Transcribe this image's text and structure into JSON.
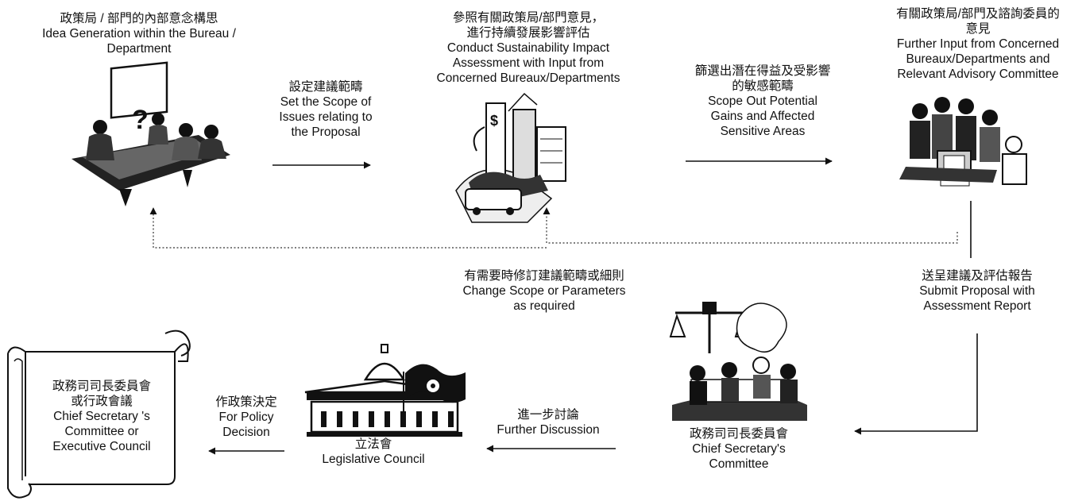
{
  "stages": {
    "idea": {
      "zh": "政策局 / 部門的內部意念構思",
      "en1": "Idea Generation within the Bureau /",
      "en2": "Department"
    },
    "scope": {
      "zh": "設定建議範疇",
      "en1": "Set the Scope of",
      "en2": "Issues relating to",
      "en3": "the Proposal"
    },
    "assess": {
      "zh1": "參照有關政策局/部門意見，",
      "zh2": "進行持續發展影響評估",
      "en1": "Conduct Sustainability Impact",
      "en2": "Assessment with Input from",
      "en3": "Concerned Bureaux/Departments"
    },
    "screen": {
      "zh1": "篩選出潛在得益及受影響",
      "zh2": "的敏感範疇",
      "en1": "Scope Out Potential",
      "en2": "Gains and Affected",
      "en3": "Sensitive Areas"
    },
    "further_input": {
      "zh1": "有關政策局/部門及諮詢委員的",
      "zh2": "意見",
      "en1": "Further Input from Concerned",
      "en2": "Bureaux/Departments and",
      "en3": "Relevant Advisory Committee"
    },
    "revise": {
      "zh": "有需要時修訂建議範疇或細則",
      "en1": "Change Scope or Parameters",
      "en2": "as required"
    },
    "submit": {
      "zh": "送呈建議及評估報告",
      "en1": "Submit Proposal with",
      "en2": "Assessment Report"
    },
    "csc": {
      "zh": "政務司司長委員會",
      "en1": "Chief Secretary's",
      "en2": "Committee"
    },
    "discussion": {
      "zh": "進一步討論",
      "en": "Further Discussion"
    },
    "legco": {
      "zh": "立法會",
      "en": "Legislative Council"
    },
    "decision": {
      "zh": "作政策決定",
      "en1": "For Policy",
      "en2": "Decision"
    },
    "exco": {
      "zh1": "政務司司長委員會",
      "zh2": "或行政會議",
      "en1": "Chief Secretary 's",
      "en2": "Committee or",
      "en3": "Executive Council"
    }
  },
  "illustration": {
    "board_mark": "?",
    "sign_mark": "$"
  },
  "colors": {
    "ink": "#111111",
    "paper": "#ffffff",
    "shade": "#9a9a9a"
  }
}
